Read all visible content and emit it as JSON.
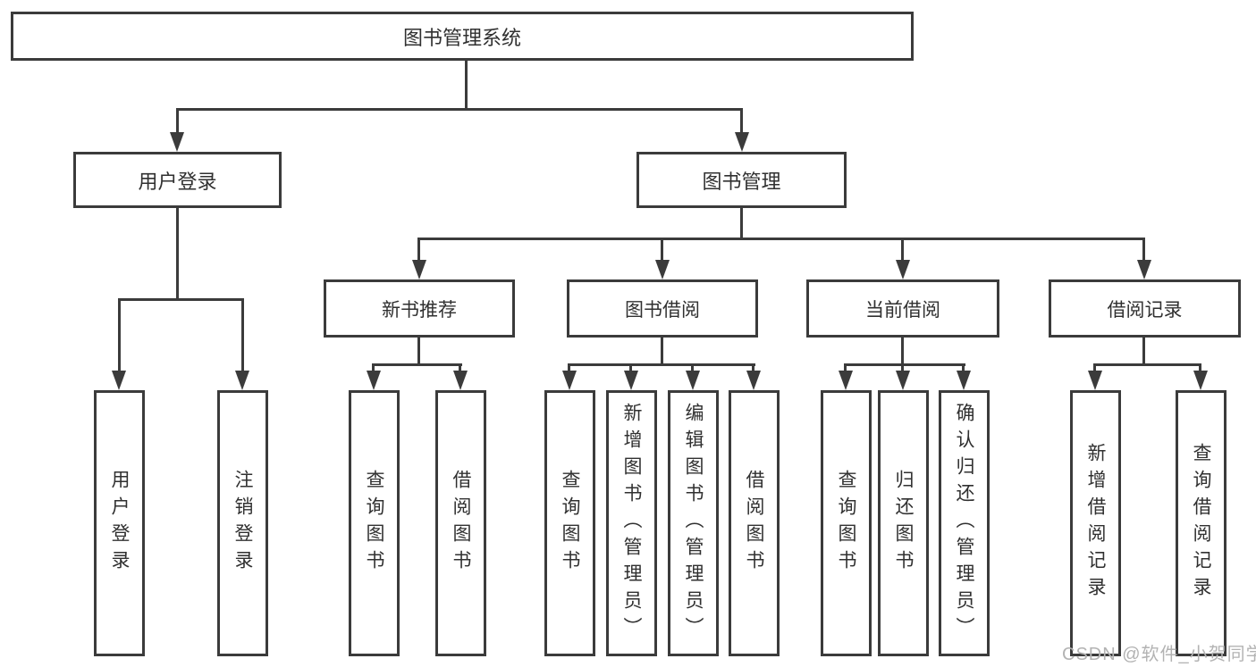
{
  "colors": {
    "line": "#3b3b3b",
    "box_background": "#ffffff",
    "page_background": "#ffffff",
    "watermark": "#b3b3b3"
  },
  "watermark": {
    "text": "CSDN @软件_小贺同学"
  },
  "tree": {
    "root": {
      "label": "图书管理系统",
      "children": [
        {
          "label": "用户登录",
          "children": [
            {
              "label": "用户登录"
            },
            {
              "label": "注销登录"
            }
          ]
        },
        {
          "label": "图书管理",
          "children": [
            {
              "label": "新书推荐",
              "children": [
                {
                  "label": "查询图书"
                },
                {
                  "label": "借阅图书"
                }
              ]
            },
            {
              "label": "图书借阅",
              "children": [
                {
                  "label": "查询图书"
                },
                {
                  "label": "新增图书（管理员）"
                },
                {
                  "label": "编辑图书（管理员）"
                },
                {
                  "label": "借阅图书"
                }
              ]
            },
            {
              "label": "当前借阅",
              "children": [
                {
                  "label": "查询图书"
                },
                {
                  "label": "归还图书"
                },
                {
                  "label": "确认归还（管理员）"
                }
              ]
            },
            {
              "label": "借阅记录",
              "children": [
                {
                  "label": "新增借阅记录"
                },
                {
                  "label": "查询借阅记录"
                }
              ]
            }
          ]
        }
      ]
    }
  }
}
